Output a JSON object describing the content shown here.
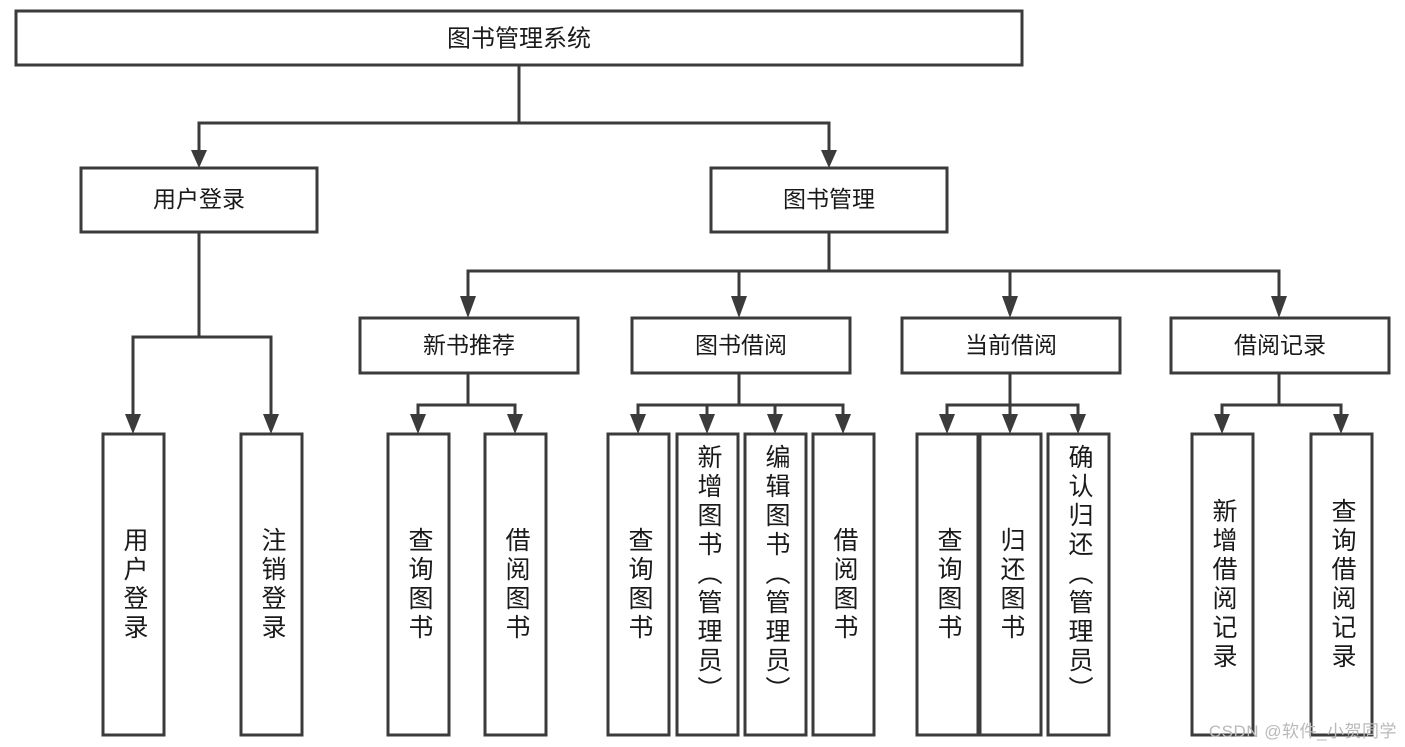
{
  "diagram": {
    "type": "tree",
    "title": "图书管理系统",
    "watermark": "CSDN @软件_小贺同学",
    "colors": {
      "stroke": "#3b3b3b",
      "fill": "#ffffff",
      "text": "#1a1a1a",
      "watermark": "#b9b9b9",
      "background": "#ffffff"
    },
    "root": {
      "label": "图书管理系统"
    },
    "level1": [
      {
        "label": "用户登录"
      },
      {
        "label": "图书管理"
      }
    ],
    "level2": [
      {
        "label": "新书推荐"
      },
      {
        "label": "图书借阅"
      },
      {
        "label": "当前借阅"
      },
      {
        "label": "借阅记录"
      }
    ],
    "leaves": {
      "user_login": [
        {
          "label": "用户登录"
        },
        {
          "label": "注销登录"
        }
      ],
      "new_book_recommend": [
        {
          "label": "查询图书"
        },
        {
          "label": "借阅图书"
        }
      ],
      "book_borrow": [
        {
          "label": "查询图书"
        },
        {
          "label": "新增图书（管理员）"
        },
        {
          "label": "编辑图书（管理员）"
        },
        {
          "label": "借阅图书"
        }
      ],
      "current_borrow": [
        {
          "label": "查询图书"
        },
        {
          "label": "归还图书"
        },
        {
          "label": "确认归还（管理员）"
        }
      ],
      "borrow_records": [
        {
          "label": "新增借阅记录"
        },
        {
          "label": "查询借阅记录"
        }
      ]
    }
  }
}
